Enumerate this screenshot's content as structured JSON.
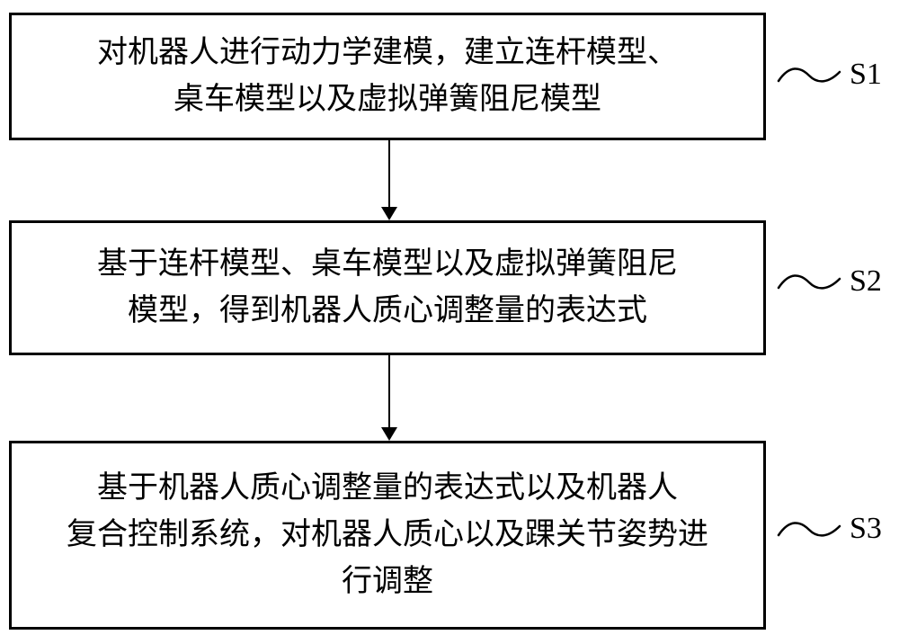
{
  "figure": {
    "type": "flowchart",
    "colors": {
      "stroke": "#000000",
      "background": "#ffffff",
      "text": "#000000"
    },
    "steps": [
      {
        "label": "S1",
        "lines": [
          "对机器人进行动力学建模，建立连杆模型、",
          "桌车模型以及虚拟弹簧阻尼模型"
        ]
      },
      {
        "label": "S2",
        "lines": [
          "基于连杆模型、桌车模型以及虚拟弹簧阻尼",
          "模型，得到机器人质心调整量的表达式"
        ]
      },
      {
        "label": "S3",
        "lines": [
          "基于机器人质心调整量的表达式以及机器人",
          "复合控制系统，对机器人质心以及踝关节姿势进",
          "行调整"
        ]
      }
    ]
  }
}
